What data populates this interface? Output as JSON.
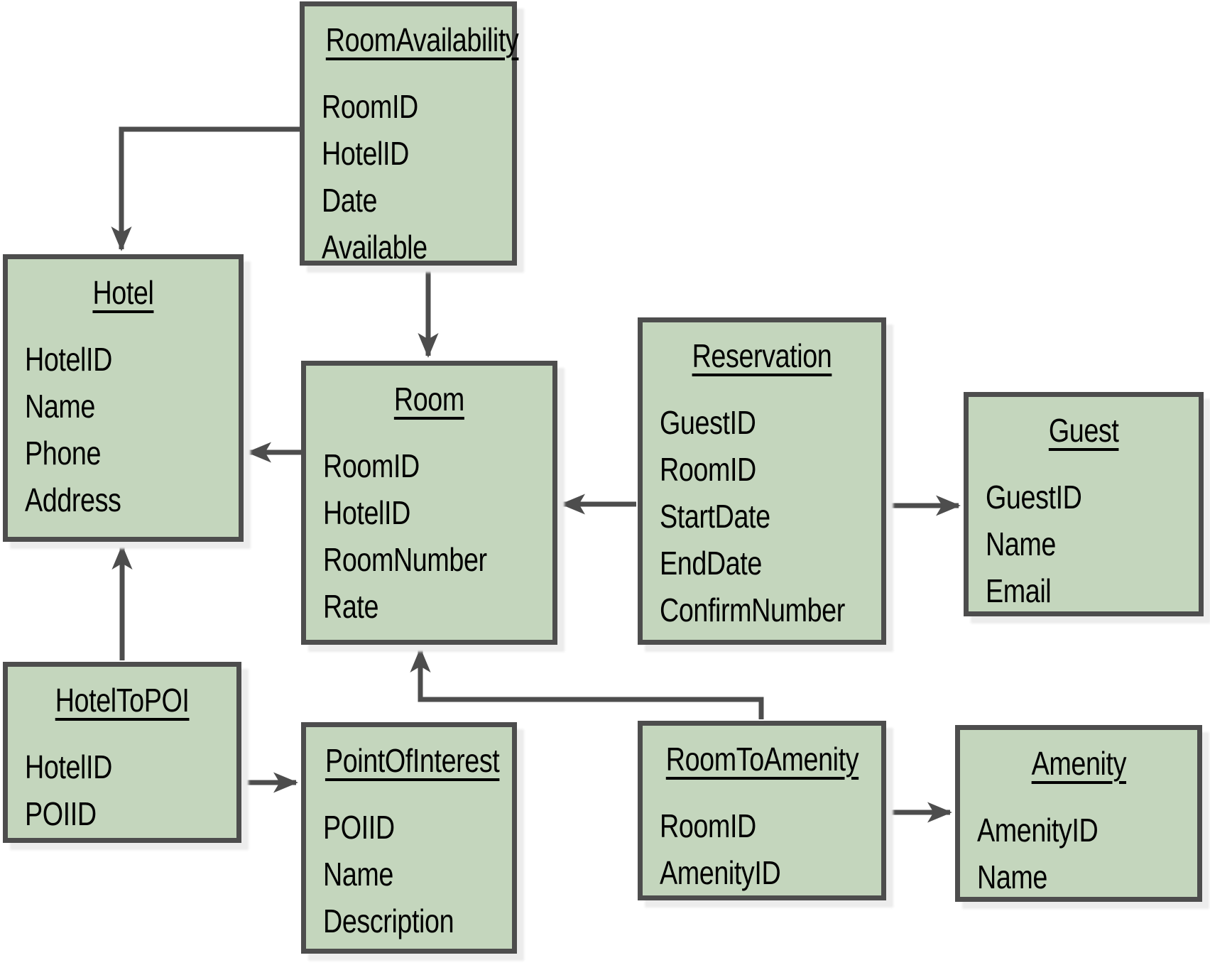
{
  "entities": [
    {
      "name": "RoomAvailability",
      "fields": [
        "RoomID",
        "HotelID",
        "Date",
        "Available"
      ]
    },
    {
      "name": "Hotel",
      "fields": [
        "HotelID",
        "Name",
        "Phone",
        "Address"
      ]
    },
    {
      "name": "Room",
      "fields": [
        "RoomID",
        "HotelID",
        "RoomNumber",
        "Rate"
      ]
    },
    {
      "name": "Reservation",
      "fields": [
        "GuestID",
        "RoomID",
        "StartDate",
        "EndDate",
        "ConfirmNumber"
      ]
    },
    {
      "name": "Guest",
      "fields": [
        "GuestID",
        "Name",
        "Email"
      ]
    },
    {
      "name": "HotelToPOI",
      "fields": [
        "HotelID",
        "POIID"
      ]
    },
    {
      "name": "PointOfInterest",
      "fields": [
        "POIID",
        "Name",
        "Description"
      ]
    },
    {
      "name": "RoomToAmenity",
      "fields": [
        "RoomID",
        "AmenityID"
      ]
    },
    {
      "name": "Amenity",
      "fields": [
        "AmenityID",
        "Name"
      ]
    }
  ],
  "relationships": [
    {
      "from": "RoomAvailability",
      "to": "Hotel"
    },
    {
      "from": "RoomAvailability",
      "to": "Room"
    },
    {
      "from": "Room",
      "to": "Hotel"
    },
    {
      "from": "HotelToPOI",
      "to": "Hotel"
    },
    {
      "from": "HotelToPOI",
      "to": "PointOfInterest"
    },
    {
      "from": "Reservation",
      "to": "Room"
    },
    {
      "from": "Reservation",
      "to": "Guest"
    },
    {
      "from": "RoomToAmenity",
      "to": "Room"
    },
    {
      "from": "RoomToAmenity",
      "to": "Amenity"
    }
  ],
  "colors": {
    "entity_fill": "#c4d6bd",
    "entity_border": "#4d4d4d",
    "connector": "#4d4d4d",
    "text": "#000000",
    "background": "#ffffff"
  }
}
